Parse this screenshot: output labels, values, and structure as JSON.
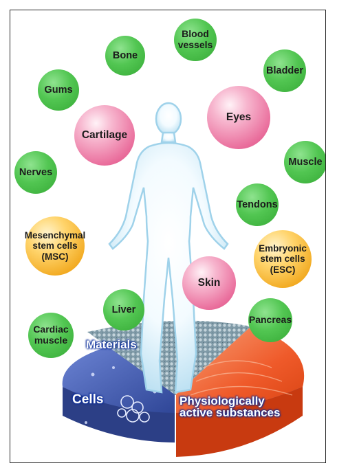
{
  "organs": {
    "bone": "Bone",
    "blood_vessels": "Blood\nvessels",
    "bladder": "Bladder",
    "gums": "Gums",
    "cartilage": "Cartilage",
    "eyes": "Eyes",
    "nerves": "Nerves",
    "muscle": "Muscle",
    "tendons": "Tendons",
    "skin": "Skin",
    "liver": "Liver",
    "pancreas": "Pancreas",
    "cardiac_muscle": "Cardiac\nmuscle"
  },
  "stem_cells": {
    "msc": "Mesenchymal\nstem cells\n(MSC)",
    "esc": "Embryonic\nstem cells\n(ESC)"
  },
  "platform": {
    "materials": "Materials",
    "cells": "Cells",
    "physiologically": "Physiologically\nactive substances"
  },
  "colors": {
    "organ_green": "#52c652",
    "target_pink": "#ea6f9d",
    "stem_orange": "#f1a71c",
    "materials_mesh": "#8fa9b5",
    "cells_blue": "#4a63b8",
    "substances_orange": "#ef5a2a"
  }
}
